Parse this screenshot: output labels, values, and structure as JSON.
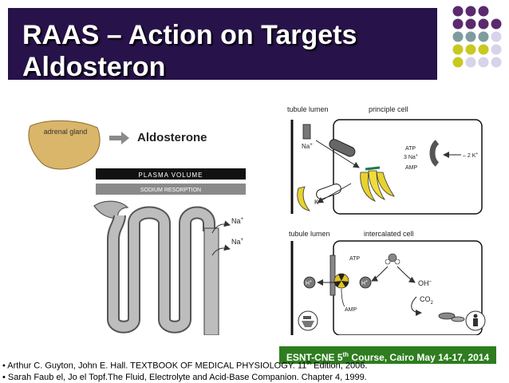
{
  "slide": {
    "title_line1": "RAAS – Action on Targets",
    "title_line2": "Aldosteron"
  },
  "left_diagram": {
    "gland_label": "adrenal gland",
    "hormone_label": "Aldosterone",
    "bar1_label": "PLASMA VOLUME",
    "bar2_label": "SODIUM RESORPTION",
    "na_label_1": "Na",
    "na_label_2": "Na"
  },
  "principle_panel": {
    "lumen_label": "tubule lumen",
    "cell_label": "principle cell",
    "na_label": "Na",
    "k_label": "K",
    "atp_label": "ATP",
    "na3_label": "3 Na",
    "amp_label": "AMP",
    "k2_label": "2 K"
  },
  "intercalated_panel": {
    "lumen_label": "tubule lumen",
    "cell_label": "intercalated cell",
    "atp_label": "ATP",
    "h_left": "H",
    "h_right": "H",
    "oh_label": "OH",
    "co2_label": "CO",
    "amp_label": "AMP"
  },
  "banner": {
    "part1": "ESNT-CNE 5",
    "sup": "th",
    "part2": " Course, Cairo May 14-17, 2014"
  },
  "references": {
    "ref1_a": "• Arthur C. Guyton, John E. Hall. TEXTBOOK OF MEDICAL PHYSIOLOGY. 11",
    "ref1_sup": "th",
    "ref1_b": " Edition, 2006.",
    "ref2": "• Sarah Faub el, Jo el Topf.The Fluid, Electrolyte and Acid-Base Companion. Chapter 4, 1999."
  },
  "colors": {
    "title_bg": "#28124a",
    "banner_bg": "#2e7d1f",
    "dot_purple": "#5b2a6e",
    "dot_teal": "#7e9c9e",
    "dot_yellow": "#c9c820",
    "dot_lavender": "#d6d3ea"
  }
}
